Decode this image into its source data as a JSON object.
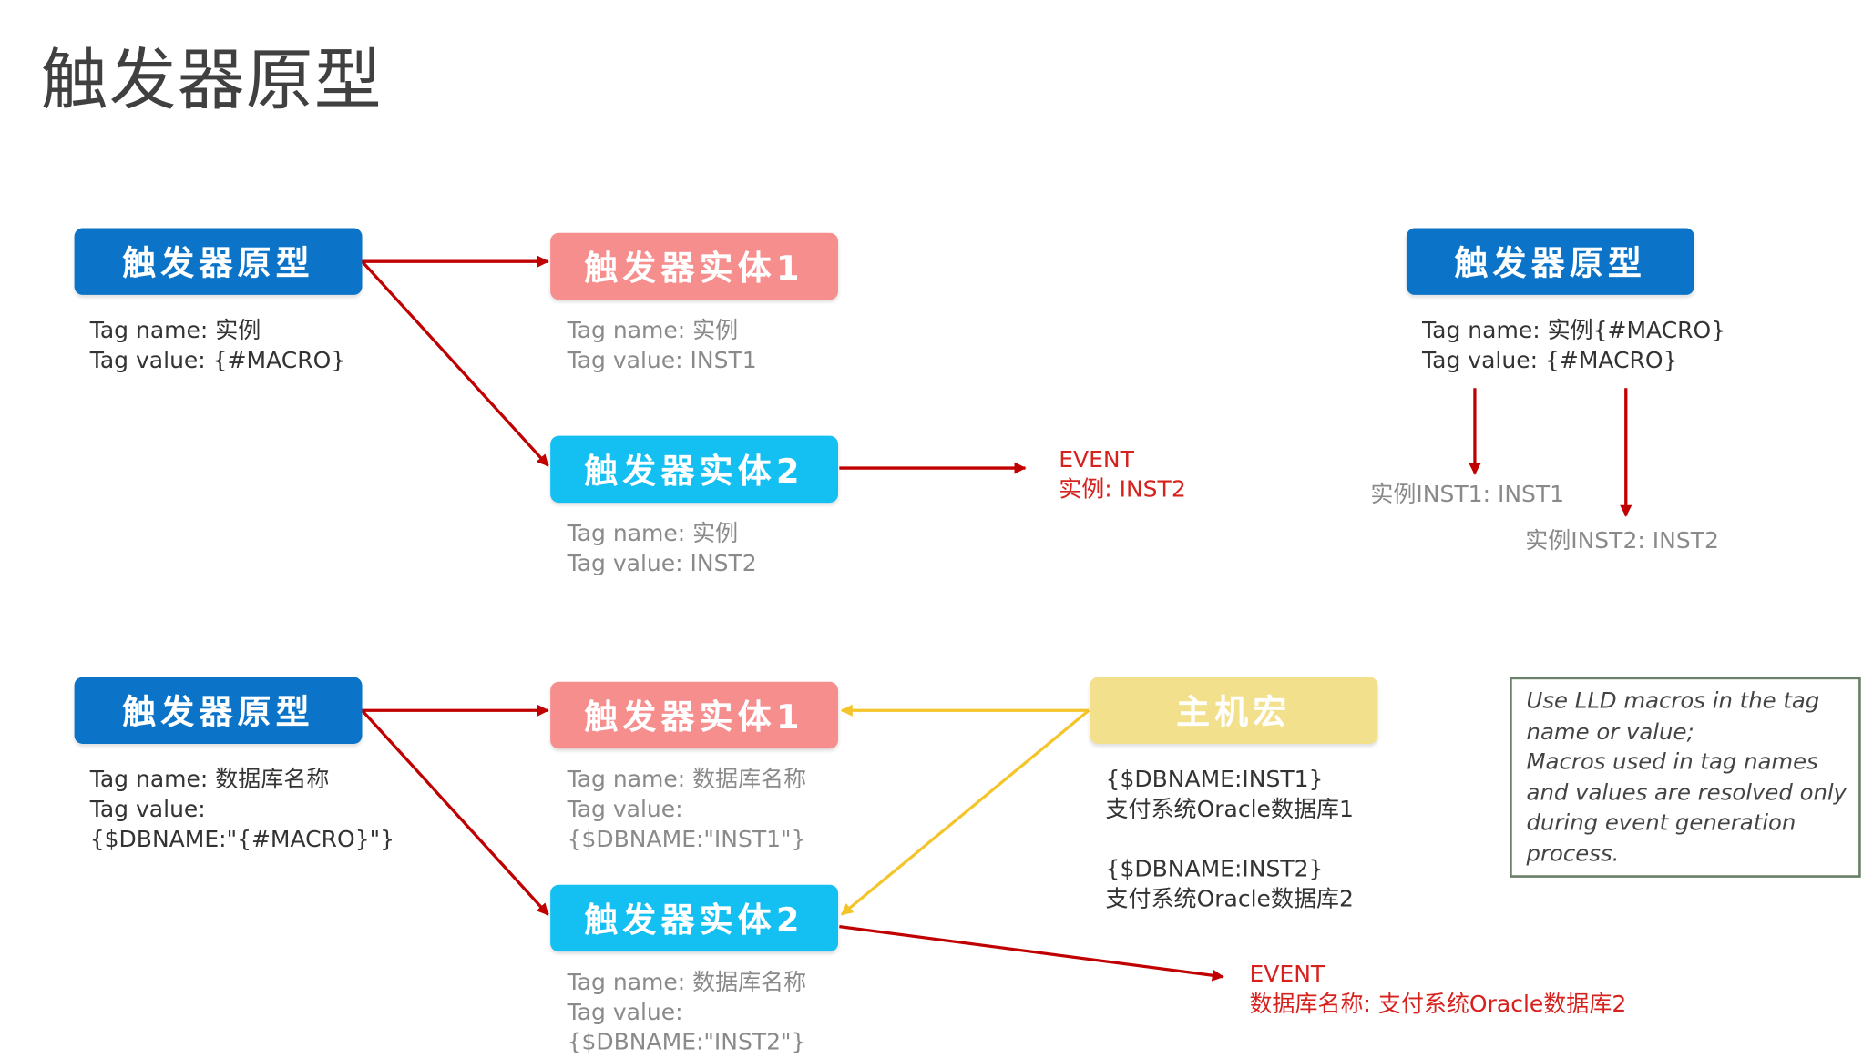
{
  "title": "触发器原型",
  "colors": {
    "prototype": "#0b74c8",
    "entity1": "#f78e8e",
    "entity2": "#14bff2",
    "host_macro": "#f2e08c",
    "arrow_red": "#c00000",
    "arrow_yellow": "#f4c52a"
  },
  "top": {
    "prototype": {
      "label": "触发器原型",
      "tag_name": "Tag name: 实例",
      "tag_value": "Tag value: {#MACRO}"
    },
    "entity1": {
      "label": "触发器实体1",
      "tag_name": "Tag name: 实例",
      "tag_value": "Tag value: INST1"
    },
    "entity2": {
      "label": "触发器实体2",
      "tag_name": "Tag name: 实例",
      "tag_value": "Tag value: INST2"
    },
    "event": {
      "line1": "EVENT",
      "line2": "实例: INST2"
    }
  },
  "right": {
    "prototype": {
      "label": "触发器原型",
      "tag_name": "Tag name: 实例{#MACRO}",
      "tag_value": "Tag value: {#MACRO}"
    },
    "result1": "实例INST1: INST1",
    "result2": "实例INST2: INST2"
  },
  "bottom": {
    "prototype": {
      "label": "触发器原型",
      "tag_name": "Tag name: 数据库名称",
      "tag_value_1": "Tag value:",
      "tag_value_2": "{$DBNAME:\"{#MACRO}\"}"
    },
    "entity1": {
      "label": "触发器实体1",
      "tag_name": "Tag name: 数据库名称",
      "tag_value_1": "Tag value:",
      "tag_value_2": "{$DBNAME:\"INST1\"}"
    },
    "entity2": {
      "label": "触发器实体2",
      "tag_name": "Tag name: 数据库名称",
      "tag_value_1": "Tag value:",
      "tag_value_2": "{$DBNAME:\"INST2\"}"
    },
    "host_macro": {
      "label": "主机宏",
      "macro1_key": "{$DBNAME:INST1}",
      "macro1_value": "支付系统Oracle数据库1",
      "macro2_key": "{$DBNAME:INST2}",
      "macro2_value": "支付系统Oracle数据库2"
    },
    "event": {
      "line1": "EVENT",
      "line2": "数据库名称: 支付系统Oracle数据库2"
    }
  },
  "note": {
    "line1": "Use LLD macros in the tag",
    "line2": "name or value;",
    "line3": "Macros used in tag names",
    "line4": "and values are resolved only",
    "line5": "during event generation",
    "line6": "process."
  }
}
